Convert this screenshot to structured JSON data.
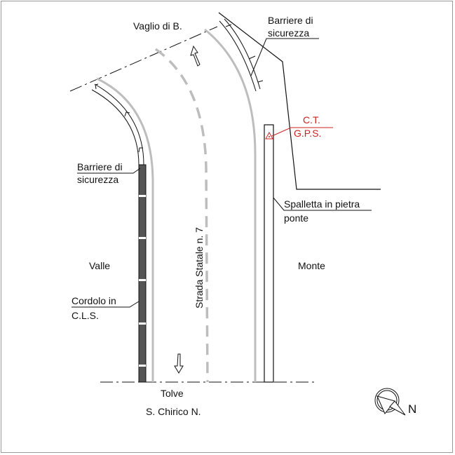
{
  "labels": {
    "vaglio": "Vaglio di B.",
    "barriere_top_1": "Barriere di",
    "barriere_top_2": "sicurezza",
    "ct_1": "C.T.",
    "ct_2": "G.P.S.",
    "barriere_left_1": "Barriere di",
    "barriere_left_2": "sicurezza",
    "spalletta_1": "Spalletta in pietra",
    "spalletta_2": "ponte",
    "valle": "Valle",
    "monte": "Monte",
    "strada": "Strada Statale n. 7",
    "cordolo_1": "Cordolo in",
    "cordolo_2": "C.L.S.",
    "tolve": "Tolve",
    "chirico": "S. Chirico N.",
    "north": "N"
  },
  "colors": {
    "line": "#111111",
    "road_edge": "#bdbdbd",
    "curb": "#555555",
    "ct_marker": "#cc2222"
  }
}
